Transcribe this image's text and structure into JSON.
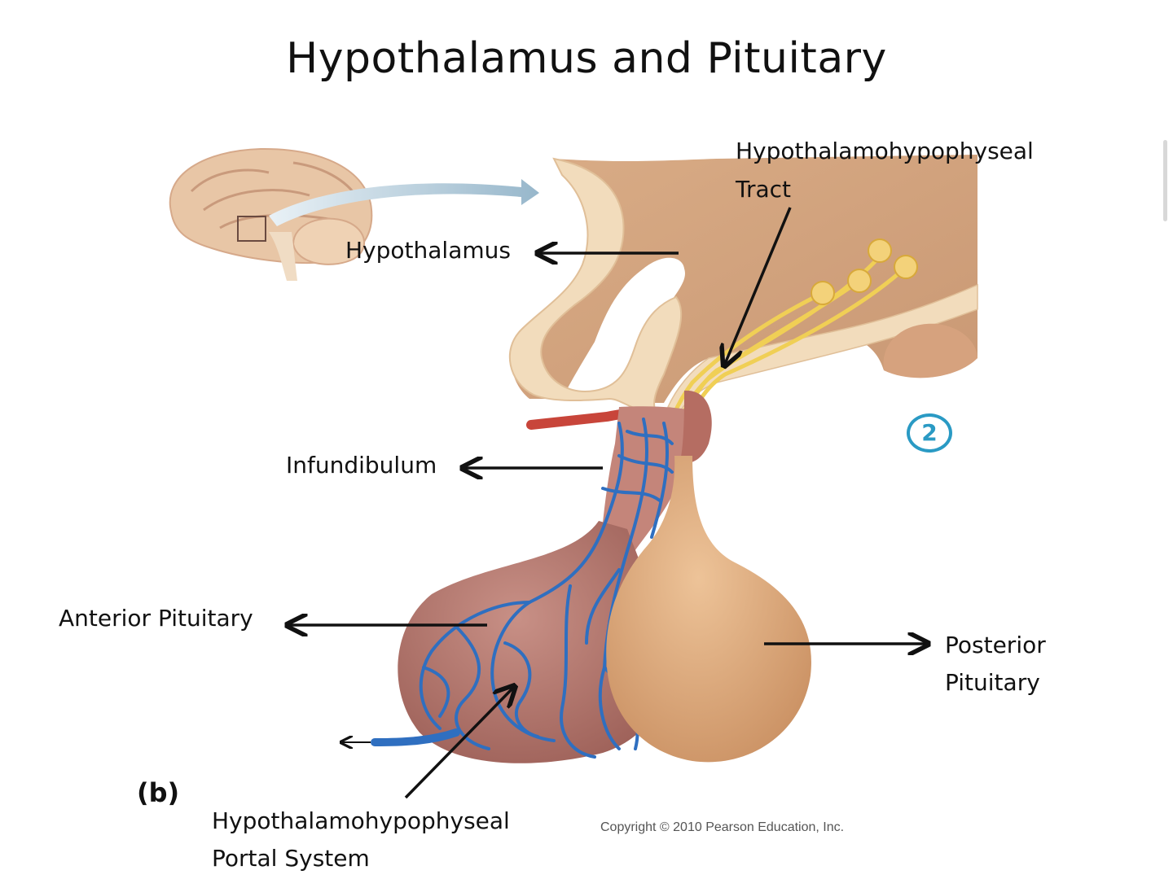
{
  "title": "Hypothalamus and Pituitary",
  "labels": {
    "hypothalamus": "Hypothalamus",
    "tract_line1": "Hypothalamohypophyseal",
    "tract_line2": "Tract",
    "infundibulum": "Infundibulum",
    "anterior": "Anterior Pituitary",
    "posterior_line1": "Posterior",
    "posterior_line2": "Pituitary",
    "portal_line1": "Hypothalamohypophyseal",
    "portal_line2": "Portal System"
  },
  "panel_letter": "(b)",
  "step_badge": "2",
  "copyright": "Copyright © 2010 Pearson Education, Inc.",
  "colors": {
    "brain_tissue": "#e9c9a3",
    "brain_light": "#f3e1c6",
    "anterior_lobe": "#b87a6e",
    "posterior_lobe": "#dcaa7c",
    "vessels": "#2f6fc0",
    "artery": "#c8453a",
    "nerve_fibers": "#f0d060",
    "step_badge": "#2a9ac4"
  }
}
